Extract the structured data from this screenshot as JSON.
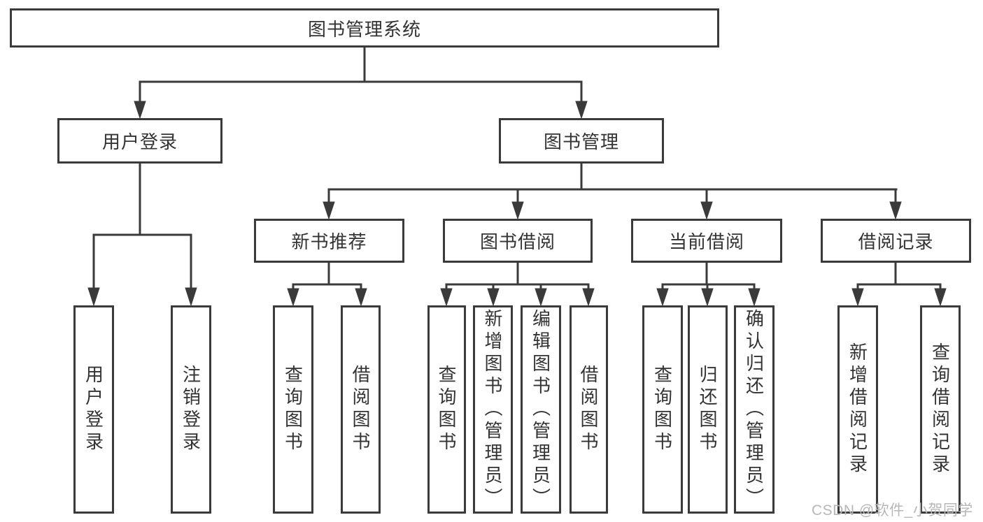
{
  "diagram": {
    "type": "hierarchy-tree",
    "nodes": {
      "root": "图书管理系统",
      "user_login": "用户登录",
      "book_mgmt": "图书管理",
      "new_books": "新书推荐",
      "borrow": "图书借阅",
      "current": "当前借阅",
      "records": "借阅记录",
      "leaf_user_login": "用户登录",
      "leaf_logout": "注销登录",
      "leaf_nb_query": "查询图书",
      "leaf_nb_borrow": "借阅图书",
      "leaf_bw_query": "查询图书",
      "leaf_bw_add": "新增图书（管理员）",
      "leaf_bw_edit": "编辑图书（管理员）",
      "leaf_bw_borrow": "借阅图书",
      "leaf_cu_query": "查询图书",
      "leaf_cu_return": "归还图书",
      "leaf_cu_confirm": "确认归还（管理员）",
      "leaf_re_add": "新增借阅记录",
      "leaf_re_query": "查询借阅记录"
    },
    "edges": [
      [
        "图书管理系统",
        "用户登录"
      ],
      [
        "图书管理系统",
        "图书管理"
      ],
      [
        "用户登录",
        "用户登录"
      ],
      [
        "用户登录",
        "注销登录"
      ],
      [
        "图书管理",
        "新书推荐"
      ],
      [
        "图书管理",
        "图书借阅"
      ],
      [
        "图书管理",
        "当前借阅"
      ],
      [
        "图书管理",
        "借阅记录"
      ],
      [
        "新书推荐",
        "查询图书"
      ],
      [
        "新书推荐",
        "借阅图书"
      ],
      [
        "图书借阅",
        "查询图书"
      ],
      [
        "图书借阅",
        "新增图书（管理员）"
      ],
      [
        "图书借阅",
        "编辑图书（管理员）"
      ],
      [
        "图书借阅",
        "借阅图书"
      ],
      [
        "当前借阅",
        "查询图书"
      ],
      [
        "当前借阅",
        "归还图书"
      ],
      [
        "当前借阅",
        "确认归还（管理员）"
      ],
      [
        "借阅记录",
        "新增借阅记录"
      ],
      [
        "借阅记录",
        "查询借阅记录"
      ]
    ]
  },
  "watermark": "CSDN @软件_小贺同学",
  "colors": {
    "line": "#3a3a3a",
    "text": "#333333",
    "background": "#ffffff",
    "watermark": "#b7b7b7"
  }
}
